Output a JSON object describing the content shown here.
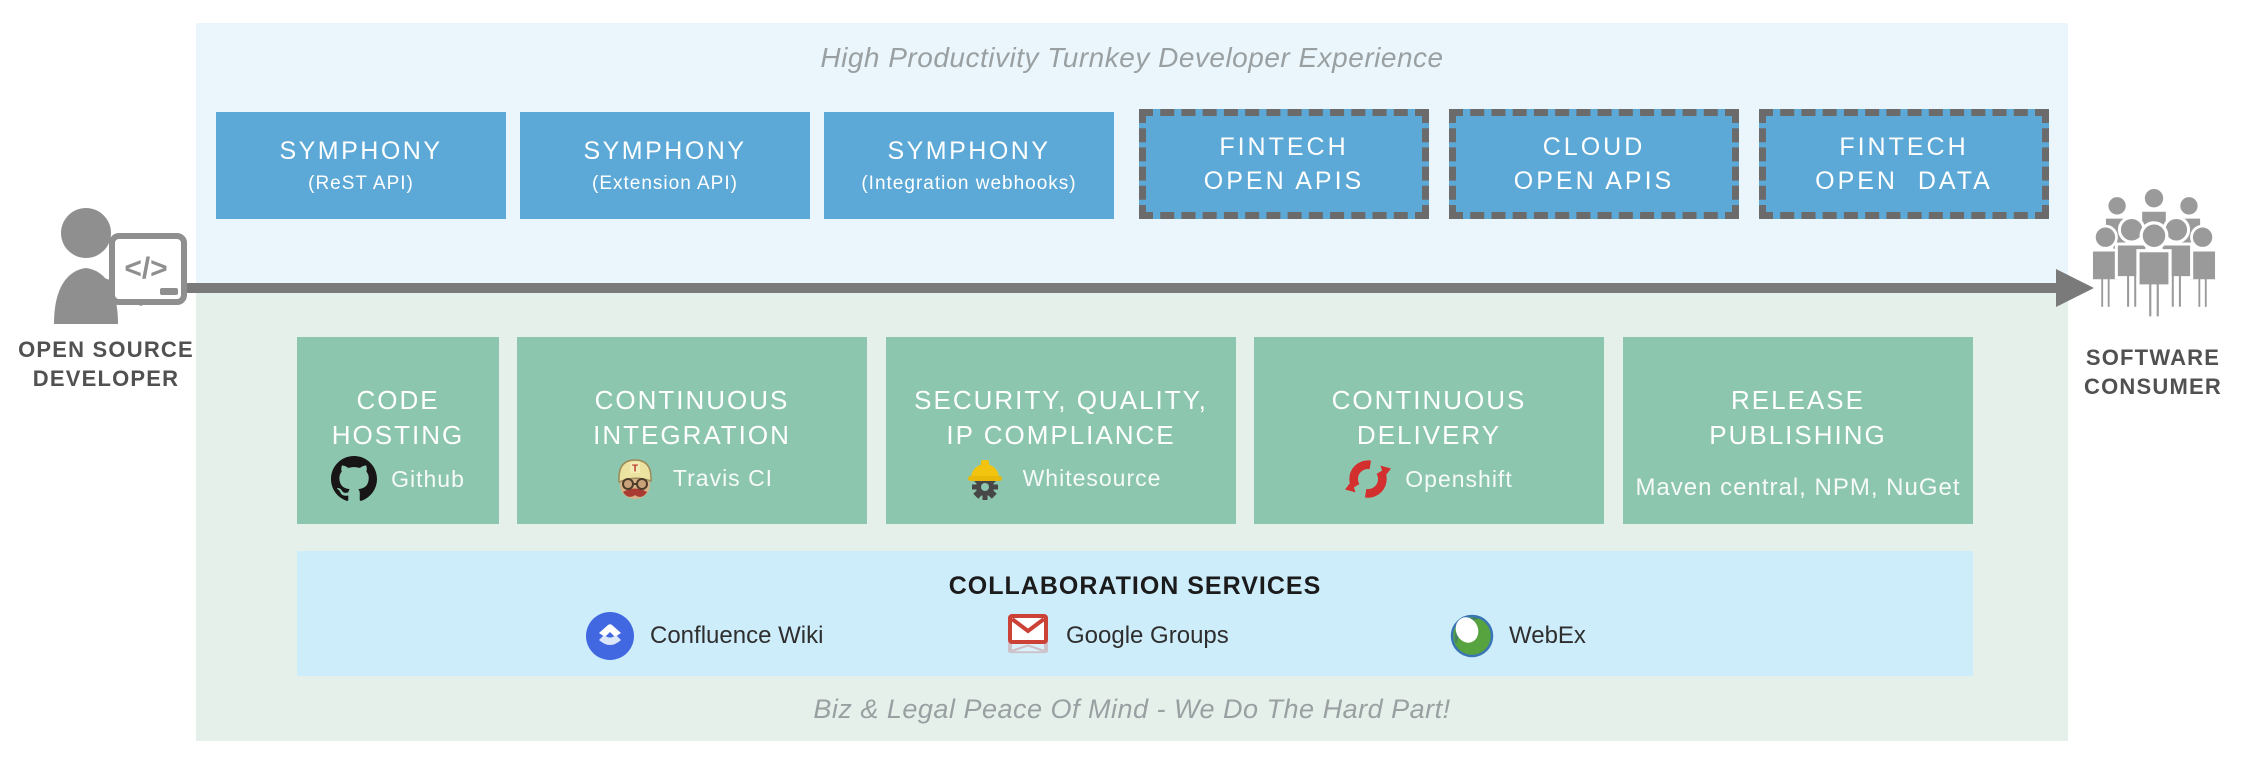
{
  "title": "High Productivity Turnkey Developer Experience",
  "footer": "Biz & Legal Peace Of Mind - We Do The Hard Part!",
  "actors": {
    "developer": {
      "line1": "OPEN SOURCE",
      "line2": "DEVELOPER",
      "laptop_code": "</>"
    },
    "consumer": {
      "line1": "SOFTWARE",
      "line2": "CONSUMER"
    }
  },
  "apis": [
    {
      "line1": "SYMPHONY",
      "line2": "(ReST API)",
      "style": "solid"
    },
    {
      "line1": "SYMPHONY",
      "line2": "(Extension API)",
      "style": "solid"
    },
    {
      "line1": "SYMPHONY",
      "line2": "(Integration webhooks)",
      "style": "solid"
    },
    {
      "line1": "FINTECH",
      "line2": "OPEN APIS",
      "style": "dashed"
    },
    {
      "line1": "CLOUD",
      "line2": "OPEN APIS",
      "style": "dashed"
    },
    {
      "line1": "FINTECH",
      "line2": "OPEN  DATA",
      "style": "dashed"
    }
  ],
  "pipeline": [
    {
      "line1": "CODE",
      "line2": "HOSTING",
      "tool": "Github",
      "icon": "github-icon"
    },
    {
      "line1": "CONTINUOUS",
      "line2": "INTEGRATION",
      "tool": "Travis CI",
      "icon": "travisci-icon"
    },
    {
      "line1": "SECURITY, QUALITY,",
      "line2": "IP COMPLIANCE",
      "tool": "Whitesource",
      "icon": "whitesource-icon"
    },
    {
      "line1": "CONTINUOUS",
      "line2": "DELIVERY",
      "tool": "Openshift",
      "icon": "openshift-icon"
    },
    {
      "line1": "RELEASE",
      "line2": "PUBLISHING",
      "tool": "Maven central, NPM, NuGet",
      "icon": null
    }
  ],
  "collaboration": {
    "title": "COLLABORATION SERVICES",
    "items": [
      {
        "label": "Confluence Wiki",
        "icon": "confluence-icon"
      },
      {
        "label": "Google Groups",
        "icon": "google-groups-icon"
      },
      {
        "label": "WebEx",
        "icon": "webex-icon"
      }
    ]
  },
  "colors": {
    "api_box_blue": "#5CA8D6",
    "pipeline_green": "#8CC6AE",
    "band_top_blue": "#EAF6FC",
    "band_bottom_mint": "#E5F0EB",
    "collab_bar_blue": "#CEEDFB",
    "arrow_gray": "#7a7a7a",
    "dashed_border_gray": "#6b6b6b",
    "muted_text_gray": "#9aa0a2",
    "openshift_red": "#D32F2F",
    "whitesource_yellow": "#F2C40F",
    "confluence_blue": "#4168E1",
    "google_red": "#CC4237",
    "webex_green": "#57A33F",
    "github_black": "#171515"
  }
}
